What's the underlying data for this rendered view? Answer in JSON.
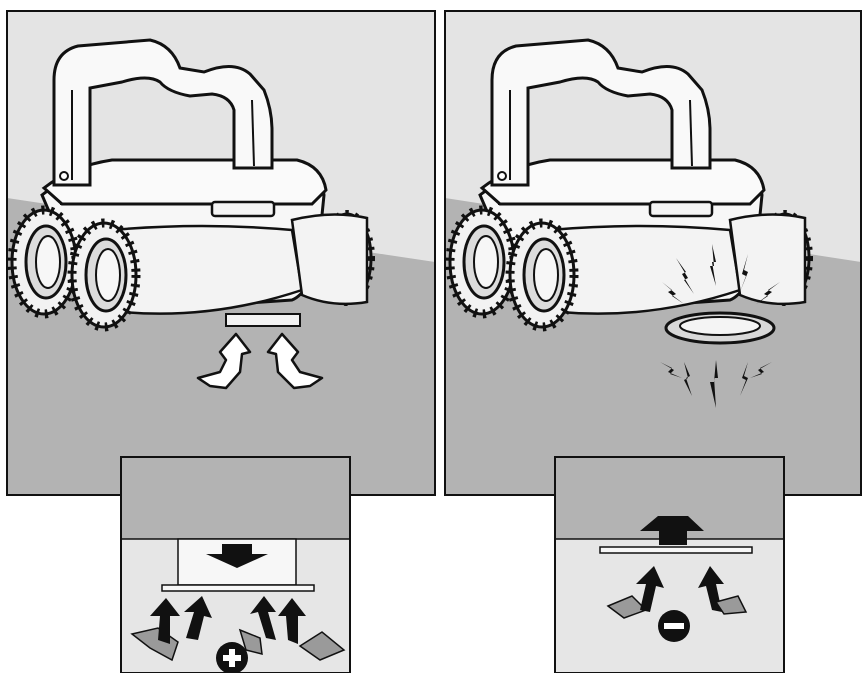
{
  "figure": {
    "panels": [
      {
        "id": "left",
        "indicator": "plus-sign"
      },
      {
        "id": "right",
        "indicator": "minus-sign"
      }
    ],
    "colors": {
      "sky": "#e4e4e4",
      "floor": "#b3b3b3",
      "robot_body": "#f7f7f7",
      "outline": "#111111",
      "arrow_fill": "#ffffff",
      "arrow_dark": "#111111",
      "ribbon": "#9a9a9a",
      "inset_top": "#b3b3b3",
      "inset_bottom": "#e6e6e6"
    }
  }
}
